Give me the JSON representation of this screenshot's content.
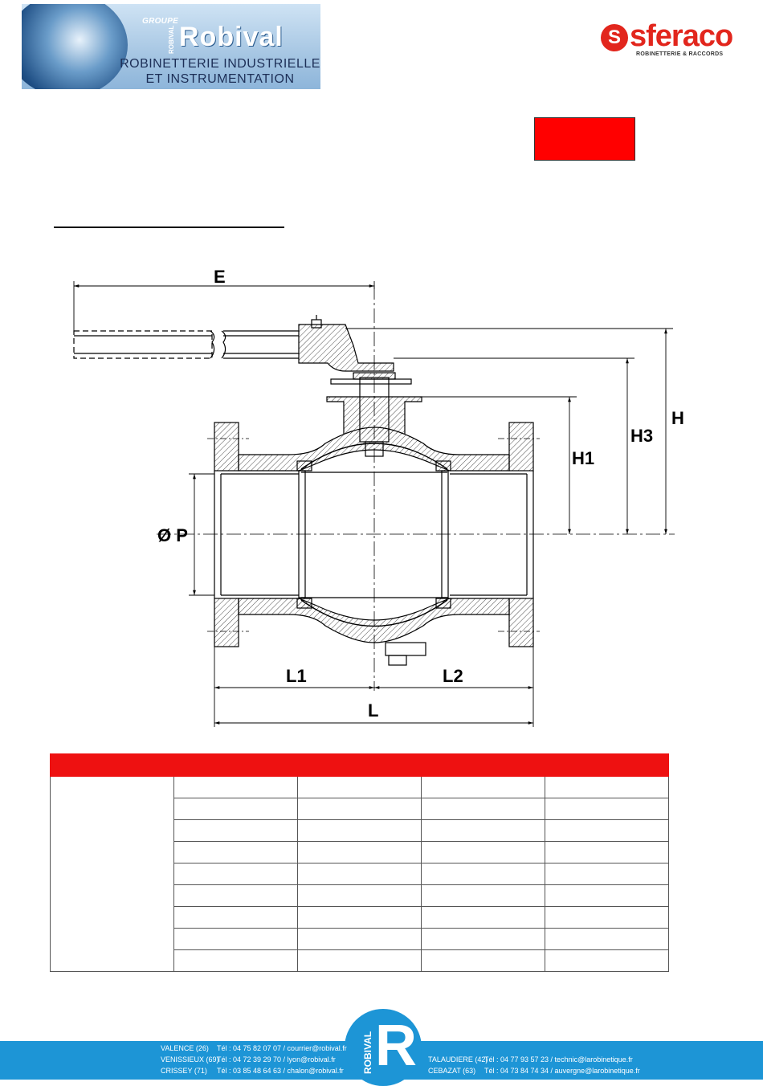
{
  "header": {
    "robival": {
      "groupe": "GROUPE",
      "vertical": "ROBIVAL",
      "name": "Robival",
      "tagline_1": "ROBINETTERIE INDUSTRIELLE",
      "tagline_2": "ET INSTRUMENTATION"
    },
    "sferaco": {
      "mark": "S",
      "name": "sferaco",
      "subtitle": "ROBINETTERIE & RACCORDS"
    },
    "colors": {
      "accent_red": "#ff0000",
      "footer_blue": "#1d95d6"
    }
  },
  "drawing": {
    "labels": {
      "E": "E",
      "H": "H",
      "H3": "H3",
      "H1": "H1",
      "P": "Ø P",
      "L1": "L1",
      "L2": "L2",
      "L": "L"
    }
  },
  "table": {
    "columns": [
      "",
      "",
      "",
      "",
      ""
    ],
    "rows": [
      [
        "",
        "",
        "",
        ""
      ],
      [
        "",
        "",
        "",
        ""
      ],
      [
        "",
        "",
        "",
        ""
      ],
      [
        "",
        "",
        "",
        ""
      ],
      [
        "",
        "",
        "",
        ""
      ],
      [
        "",
        "",
        "",
        ""
      ],
      [
        "",
        "",
        "",
        ""
      ],
      [
        "",
        "",
        "",
        ""
      ],
      [
        "",
        "",
        "",
        ""
      ]
    ]
  },
  "footer": {
    "emblem_vertical": "ROBIVAL",
    "emblem_letter": "R",
    "left": [
      {
        "city": "VALENCE (26)",
        "contact": "Tél : 04 75 82 07 07 / courrier@robival.fr"
      },
      {
        "city": "VENISSIEUX (69)",
        "contact": "Tél : 04 72 39 29 70 / lyon@robival.fr"
      },
      {
        "city": "CRISSEY (71)",
        "contact": "Tél : 03 85 48 64 63 / chalon@robival.fr"
      }
    ],
    "right": [
      {
        "city": "TALAUDIERE (42)",
        "contact": "Tél : 04 77 93 57 23 / technic@larobinetique.fr"
      },
      {
        "city": "CEBAZAT (63)",
        "contact": "Tél : 04 73 84 74 34 / auvergne@larobinetique.fr"
      }
    ]
  }
}
